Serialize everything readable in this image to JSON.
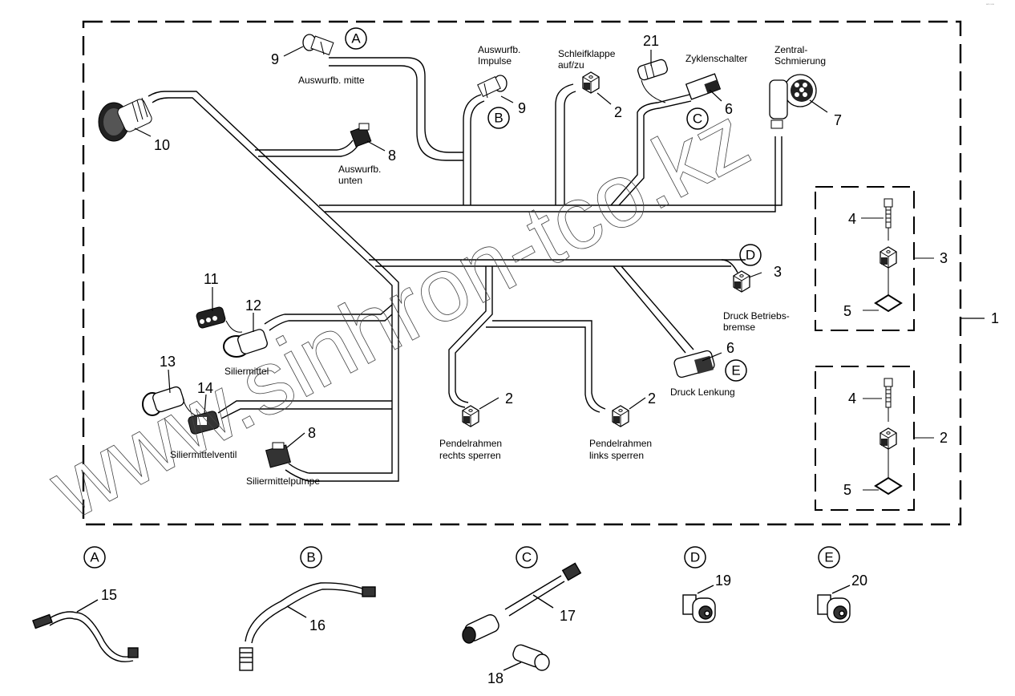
{
  "diagram": {
    "corner_mark": "ᵃᶜᵒ ᵘᵘᵘ",
    "watermark": "www.sinhron-tco.kz",
    "assembly_number": "1",
    "sub_assemblies": [
      {
        "parts": [
          "4",
          "3",
          "5"
        ]
      },
      {
        "parts": [
          "4",
          "2",
          "5"
        ]
      }
    ],
    "callouts": [
      "9",
      "9",
      "8",
      "10",
      "2",
      "21",
      "6",
      "7",
      "6",
      "3",
      "11",
      "12",
      "13",
      "14",
      "8",
      "2",
      "2",
      "4",
      "3",
      "5",
      "4",
      "2",
      "5",
      "1"
    ],
    "detail_markers": [
      "A",
      "B",
      "C",
      "D",
      "E"
    ],
    "labels": {
      "auswurf_mitte": "Auswurfb. mitte",
      "auswurf_impulse_1": "Auswurfb.",
      "auswurf_impulse_2": "Impulse",
      "auswurf_unten_1": "Auswurfb.",
      "auswurf_unten_2": "unten",
      "schleifklappe_1": "Schleifklappe",
      "schleifklappe_2": "auf/zu",
      "zyklenschalter": "Zyklenschalter",
      "zentral_1": "Zentral-",
      "zentral_2": "Schmierung",
      "druck_betrieb_1": "Druck Betriebs-",
      "druck_betrieb_2": "bremse",
      "druck_lenkung": "Druck Lenkung",
      "siliermittel": "Siliermittel",
      "siliermittelventil": "Siliermittelventil",
      "siliermittelpumpe": "Siliermittelpumpe",
      "pendel_rechts_1": "Pendelrahmen",
      "pendel_rechts_2": "rechts sperren",
      "pendel_links_1": "Pendelrahmen",
      "pendel_links_2": "links sperren"
    },
    "details": [
      {
        "marker": "A",
        "part": "15"
      },
      {
        "marker": "B",
        "part": "16"
      },
      {
        "marker": "C",
        "parts": [
          "17",
          "18"
        ]
      },
      {
        "marker": "D",
        "part": "19"
      },
      {
        "marker": "E",
        "part": "20"
      }
    ]
  }
}
